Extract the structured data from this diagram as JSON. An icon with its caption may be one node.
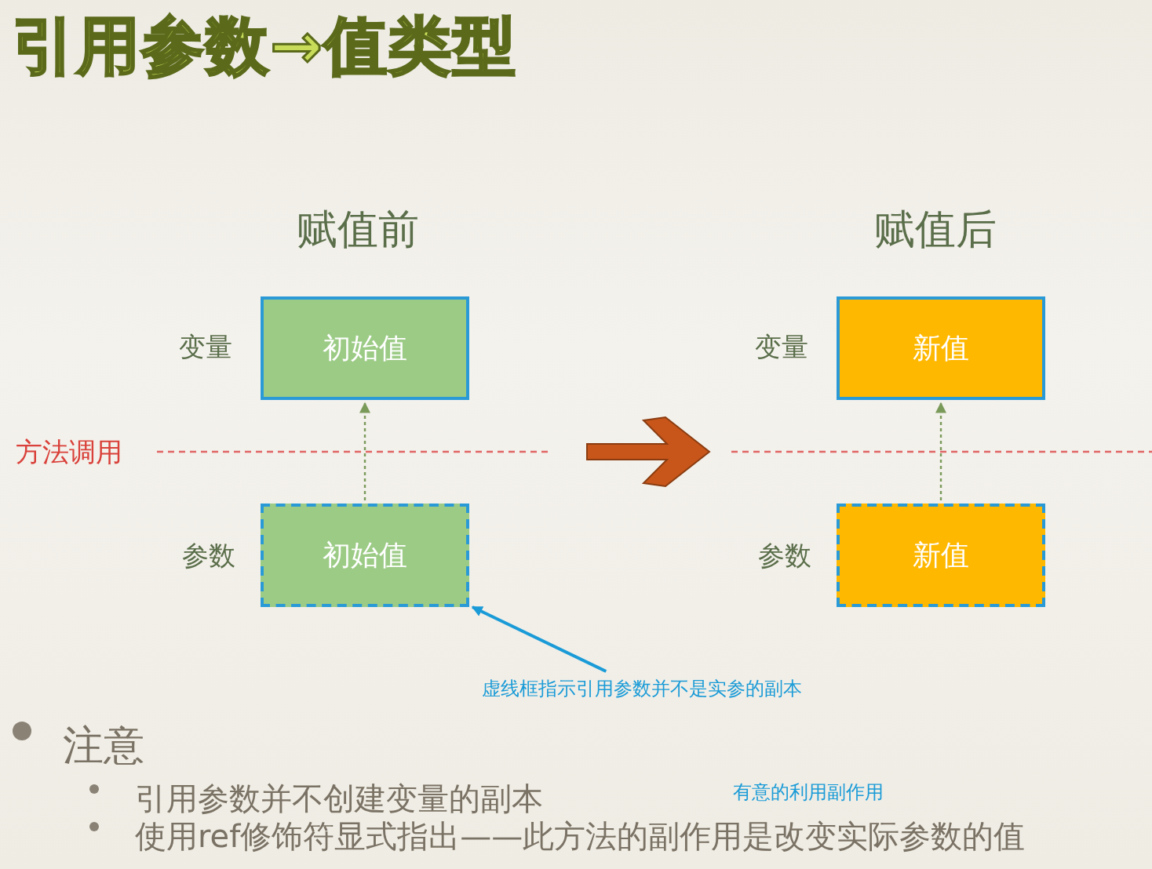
{
  "diagram": {
    "title": "引用参数→值类型",
    "nodes": [
      {
        "text": [
          "初始值"
        ]
      },
      {
        "text": [
          "初始值"
        ]
      },
      {
        "text": [
          "新值"
        ]
      },
      {
        "text": [
          "新值"
        ]
      },
      {
        "text": [
          "虚线框指示引用参数并不是实参的副本"
        ]
      }
    ],
    "edges": [
      {
        "from": 1,
        "to": 0,
        "arrow": "to",
        "style": "dashed"
      },
      {
        "from": 3,
        "to": 2,
        "arrow": "to",
        "style": "dashed"
      },
      {
        "from": 4,
        "to": 1,
        "arrow": "to",
        "color": "#1a9bd7"
      }
    ],
    "labels": [
      "赋值前",
      "赋值后",
      "变量",
      "变量",
      "方法调用",
      "参数",
      "参数",
      "注意",
      "引用参数并不创建变量的副本",
      "有意的利用副作用",
      "使用ref修饰符显式指出——此方法的副作用是改变实际参数的值"
    ]
  }
}
